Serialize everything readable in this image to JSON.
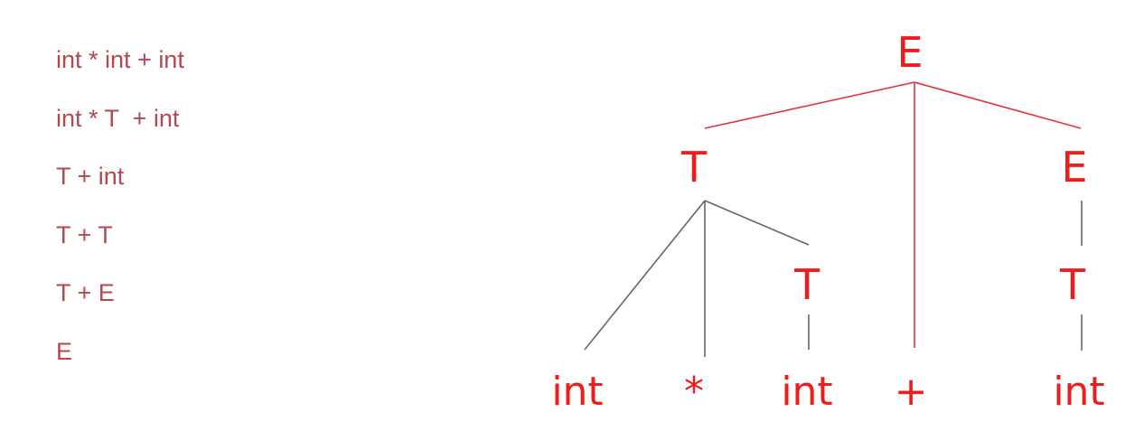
{
  "derivation_steps": [
    "int * int + int",
    "int * T  + int",
    "T + int",
    "T + T",
    "T + E",
    "E"
  ],
  "parse_tree": {
    "root": "E",
    "level1": {
      "left": "T",
      "right": "E"
    },
    "level2": {
      "middle_T": "T",
      "right_T": "T"
    },
    "leaves": [
      "int",
      "*",
      "int",
      "+",
      "int"
    ]
  },
  "colors": {
    "step_text": "#b5474f",
    "node_text": "#ee1c1c",
    "red_edge": "#e0343a",
    "gray_edge": "#666666"
  }
}
